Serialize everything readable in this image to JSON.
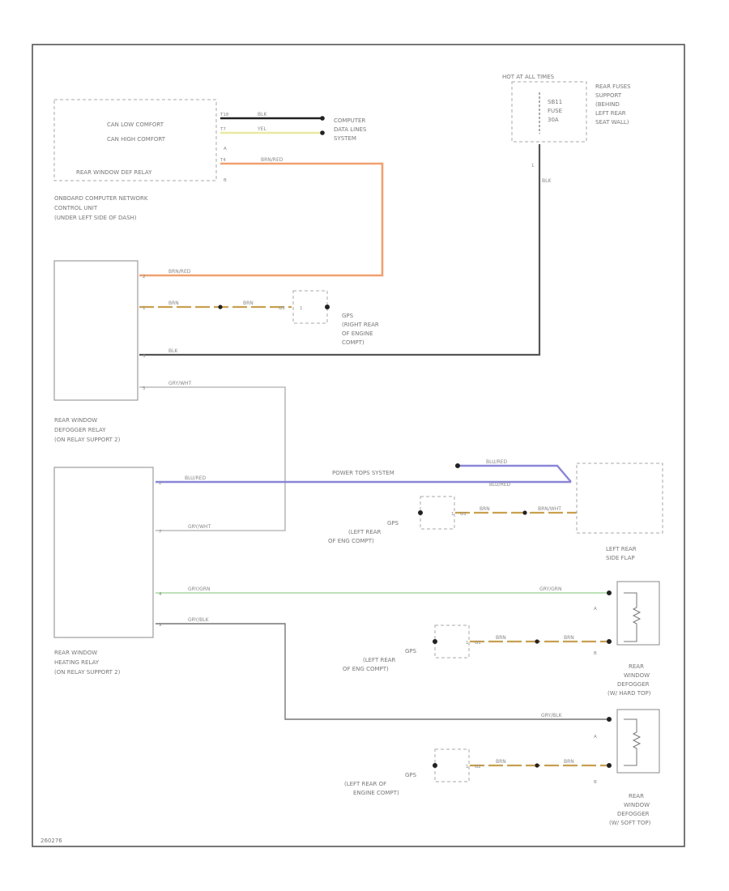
{
  "diagram_id": "260276",
  "colors": {
    "frame": "#555555",
    "dashed": "#aaaaaa",
    "wire_blk": "#222222",
    "wire_yel": "#e9e9a0",
    "wire_orange": "#f0a070",
    "wire_brn": "#c8a050",
    "wire_gry_wht": "#bbbbbb",
    "wire_blue": "#8a86d8",
    "wire_green": "#a8d8a0",
    "wire_dark": "#333333",
    "text": "#777777"
  },
  "control_unit": {
    "rows": [
      "CAN LOW COMFORT",
      "CAN HIGH COMFORT",
      "REAR WINDOW DEF RELAY"
    ],
    "label": [
      "ONBOARD COMPUTER NETWORK",
      "CONTROL UNIT",
      "(UNDER LEFT SIDE OF DASH)"
    ],
    "pins": [
      "T18",
      "T7",
      "A",
      "T4",
      "B"
    ]
  },
  "computer_data": {
    "label": [
      "COMPUTER",
      "DATA LINES",
      "SYSTEM"
    ]
  },
  "fuse_panel": {
    "title": "HOT AT ALL TIMES",
    "fuse": [
      "SB11",
      "FUSE",
      "30A"
    ],
    "label": [
      "REAR FUSES",
      "SUPPORT",
      "(BEHIND",
      "LEFT REAR",
      "SEAT WALL)"
    ],
    "pin": "1"
  },
  "relay1": {
    "label": [
      "REAR WINDOW",
      "DEFOGGER RELAY",
      "(ON RELAY SUPPORT 2)"
    ],
    "pins": [
      "2",
      "1",
      "3",
      "5"
    ]
  },
  "relay2": {
    "label": [
      "REAR WINDOW",
      "HEATING RELAY",
      "(ON RELAY SUPPORT 2)"
    ],
    "pins": [
      "2",
      "7",
      "4",
      "9"
    ]
  },
  "grounds": {
    "g1": {
      "code": "G3",
      "pin": "1",
      "label": [
        "GPS",
        "(RIGHT REAR",
        "OF ENGINE",
        "COMPT)"
      ]
    },
    "g2": {
      "code": "G1",
      "pin": "1",
      "label": [
        "GPS",
        "(LEFT REAR",
        "OF ENG COMPT)"
      ]
    },
    "g3": {
      "code": "G1",
      "pin": "1",
      "label": [
        "GPS",
        "(LEFT REAR",
        "OF ENG COMPT)"
      ]
    },
    "g4": {
      "code": "G2",
      "pin": "1",
      "label": [
        "GPS",
        "(LEFT REAR OF",
        "ENGINE COMPT)"
      ]
    }
  },
  "power_tops": {
    "label": "POWER TOPS SYSTEM"
  },
  "side_flap": {
    "label": [
      "LEFT REAR",
      "SIDE FLAP"
    ]
  },
  "defogger_hard": {
    "label": [
      "REAR",
      "WINDOW",
      "DEFOGGER",
      "(W/ HARD TOP)"
    ],
    "pins": [
      "A",
      "B"
    ]
  },
  "defogger_soft": {
    "label": [
      "REAR",
      "WINDOW",
      "DEFOGGER",
      "(W/ SOFT TOP)"
    ],
    "pins": [
      "A",
      "B"
    ]
  },
  "wires": {
    "can_low": "BLK",
    "can_high": "YEL",
    "def_relay": "BRN/RED",
    "gnd1": "BRN",
    "batt": "BLK",
    "gry_wht": "GRY/WHT",
    "blu_red": "BLU/RED",
    "flap_gnd": "BRN",
    "flap_gnd2": "BRN/WHT",
    "gry_grn": "GRY/GRN",
    "gry_blk": "GRY/BLK",
    "brn": "BRN"
  }
}
